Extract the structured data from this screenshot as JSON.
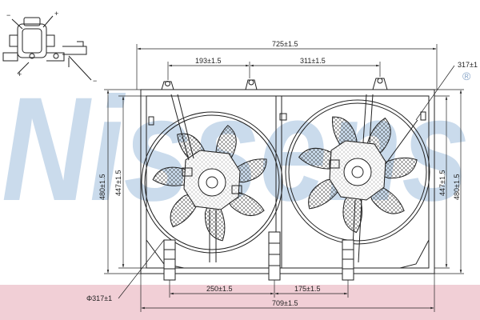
{
  "watermark": {
    "text": "Nissens",
    "mark": "®",
    "color": "#b9cfe6",
    "band_color": "#f1cfd6"
  },
  "connector": {
    "labels": [
      "−",
      "+",
      "+",
      "−"
    ]
  },
  "dimensions": {
    "overall_width_top": "725±1.5",
    "spacing_left_top": "193±1.5",
    "spacing_right_top": "311±1.5",
    "fan_diameter_right": "317±1",
    "fan_diameter_left": "Φ317±1",
    "height_outer_left": "480±1.5",
    "height_inner_left": "447±1.5",
    "height_inner_right": "447±1.5",
    "height_outer_right": "480±1.5",
    "spacing_left_bottom": "250±1.5",
    "spacing_right_bottom": "175±1.5",
    "overall_width_bottom": "709±1.5"
  },
  "fans": [
    {
      "name": "left-fan",
      "blades": 7
    },
    {
      "name": "right-fan",
      "blades": 7
    }
  ]
}
